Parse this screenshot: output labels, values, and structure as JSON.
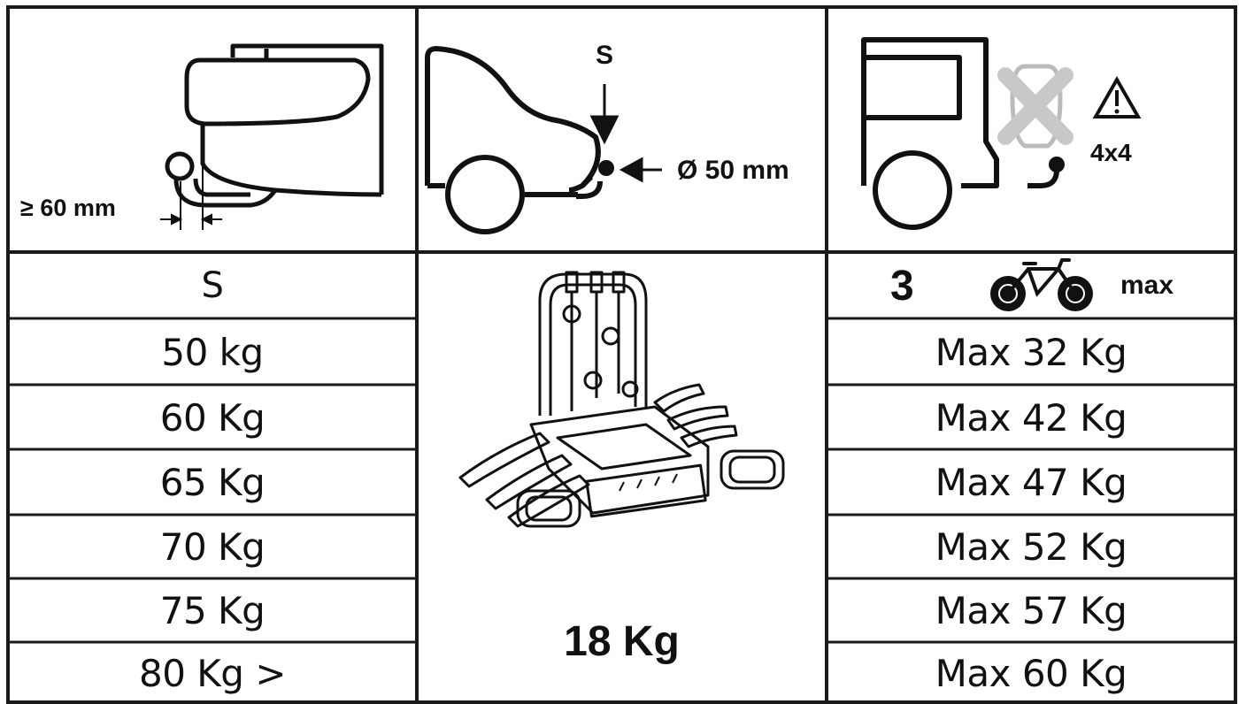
{
  "top_row": {
    "hitch_clearance_label": "≥ 60 mm",
    "vertical_load_label": "S",
    "ball_diameter_label": "Ø 50 mm",
    "vehicle_type_label": "4x4"
  },
  "load_table": {
    "left_header": "S",
    "left_values": [
      "50 kg",
      "60 Kg",
      "65 Kg",
      "70 Kg",
      "75 Kg",
      "80 Kg >"
    ],
    "bike_count": "3",
    "bike_max_label": "max",
    "right_values": [
      "Max 32 Kg",
      "Max 42 Kg",
      "Max 47 Kg",
      "Max 52 Kg",
      "Max 57 Kg",
      "Max 60 Kg"
    ],
    "carrier_weight": "18 Kg"
  },
  "icons": [
    "tow-hitch-icon",
    "car-rear-hitch-icon",
    "offroad-vehicle-icon",
    "warning-icon",
    "bicycle-icon",
    "bike-carrier-icon"
  ]
}
